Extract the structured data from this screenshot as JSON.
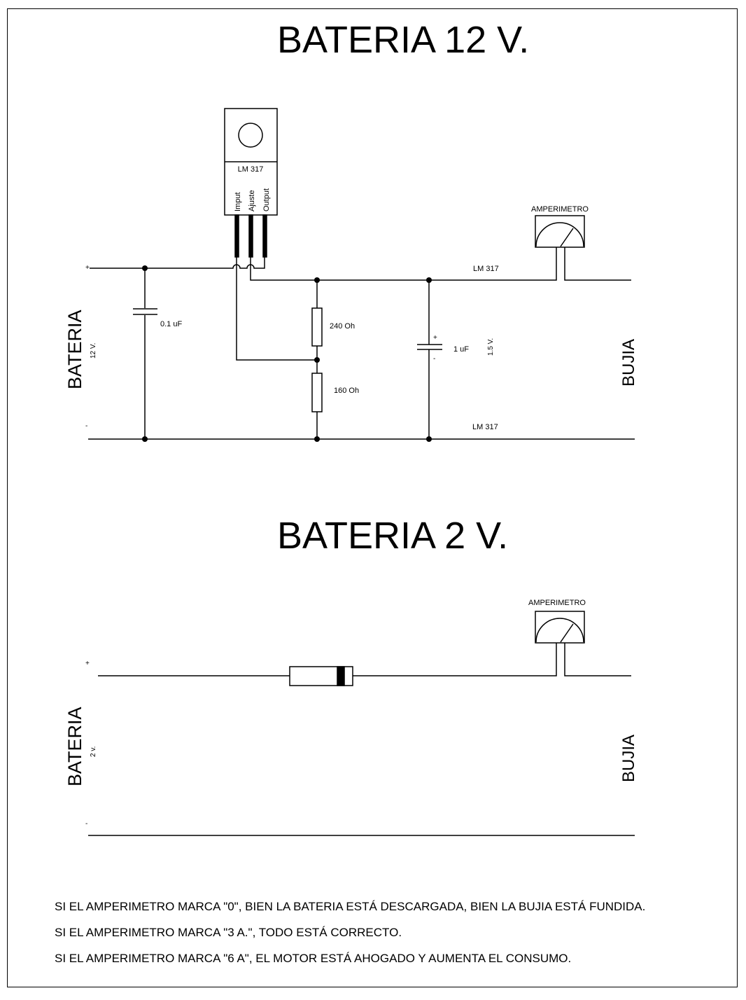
{
  "section_top": {
    "title": "BATERIA 12 V.",
    "battery_label": "BATERIA",
    "battery_voltage": "12 V.",
    "load_label": "BUJIA",
    "plus": "+",
    "minus": "-",
    "regulator": {
      "name": "LM 317",
      "pins": [
        "Imput",
        "Ajuste",
        "Output"
      ]
    },
    "cap_input": "0.1 uF",
    "res_top": "240 Oh",
    "res_bottom": "160 Oh",
    "cap_output": "1 uF",
    "cap_plus": "+",
    "cap_minus": "-",
    "output_voltage": "1.5 V.",
    "line_top_label": "LM 317",
    "line_bottom_label": "LM 317",
    "ammeter_label": "AMPERIMETRO"
  },
  "section_bottom": {
    "title": "BATERIA 2 V.",
    "battery_label": "BATERIA",
    "battery_voltage": "2 v.",
    "load_label": "BUJIA",
    "plus": "+",
    "minus": "-",
    "ammeter_label": "AMPERIMETRO"
  },
  "notes": [
    "SI EL AMPERIMETRO  MARCA \"0\", BIEN LA BATERIA ESTÁ DESCARGADA, BIEN LA BUJIA ESTÁ FUNDIDA.",
    "SI EL AMPERIMETRO  MARCA \"3 A.\", TODO ESTÁ CORRECTO.",
    "SI EL AMPERIMETRO  MARCA \"6 A\", EL MOTOR ESTÁ AHOGADO Y AUMENTA EL CONSUMO."
  ]
}
